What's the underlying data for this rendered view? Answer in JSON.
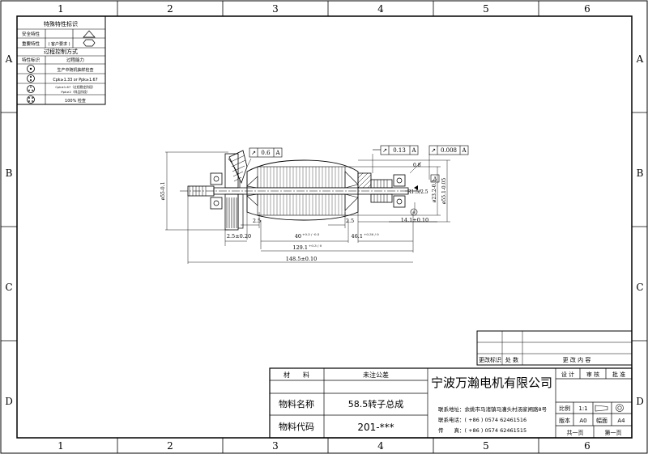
{
  "frame": {
    "columns": [
      "1",
      "2",
      "3",
      "4",
      "5",
      "6"
    ],
    "rows": [
      "A",
      "B",
      "C",
      "D"
    ]
  },
  "legend": {
    "title": "特殊特性标识",
    "row1": "安全特性",
    "row2": "重要特性",
    "row2_note": "( 客户要求 )",
    "section2": "过程控制方式",
    "header_mark": "特性标识",
    "header_ability": "过程能力",
    "item1": "生产中随机抽样检查",
    "item2": "Cpk≥1.33 or Ppk≥1.67",
    "item3_a": "Cpk≥1.67（过程稳定阶段）",
    "item3_b": "Ppk≥2（样品阶段）",
    "item4": "100% 检查"
  },
  "drawing": {
    "fcf_runout_left": {
      "symbol": "↗",
      "value": "0.6",
      "datum": "A"
    },
    "fcf_runout_mid": {
      "symbol": "↗",
      "value": "0.13",
      "datum": "A"
    },
    "fcf_runout_right": {
      "symbol": "↗",
      "value": "0.008",
      "datum": "A"
    },
    "dim_left_diameter": "ø55-0.1",
    "dim_right_diameter_1": "ø23.2-0.1",
    "dim_right_diameter_2": "ø55.1-0.05",
    "dim_right_length": "R1.5/2.5",
    "dim_chamfer": "0.8",
    "dim_2_5_left": "2.5",
    "dim_2_5_right": "2.5",
    "dim_2_5_tol": "2.5±0.20",
    "dim_40": "40",
    "dim_40_tol": "+0.3 / -0.5",
    "dim_46_1": "46.1",
    "dim_46_1_tol": "+0.30 / 0",
    "dim_14_1": "14.1±0.10",
    "dim_129_1": "129.1",
    "dim_129_1_tol": "+0.3 / 0",
    "dim_148_5": "148.5±0.10",
    "datum_label": "A",
    "balloon": "8"
  },
  "revision": {
    "label_mark": "更改标识",
    "label_count": "处 数",
    "label_content": "更 改 内 容"
  },
  "title_block": {
    "material_label": "材　　料",
    "tolerance_label": "未注公差",
    "part_name_label": "物料名称",
    "part_name_value": "58.5转子总成",
    "part_code_label": "物料代码",
    "part_code_value": "201-***",
    "company": "宁波万瀚电机有限公司",
    "address": "联系地址：余姚市马渚镇马漕头村汤家闸路8号",
    "phone": "联系电话：( +86 ) 0574  62461516",
    "fax": "传　　真：( +86 ) 0574  62461515",
    "design": "设 计",
    "review": "审 核",
    "approve": "批 准",
    "scale_label": "比例",
    "scale_value": "1:1",
    "version_label": "版本",
    "version_value": "A0",
    "sheet_size_label": "幅面",
    "sheet_size_value": "A4",
    "total_pages": "共一页",
    "page_number": "第一页"
  }
}
